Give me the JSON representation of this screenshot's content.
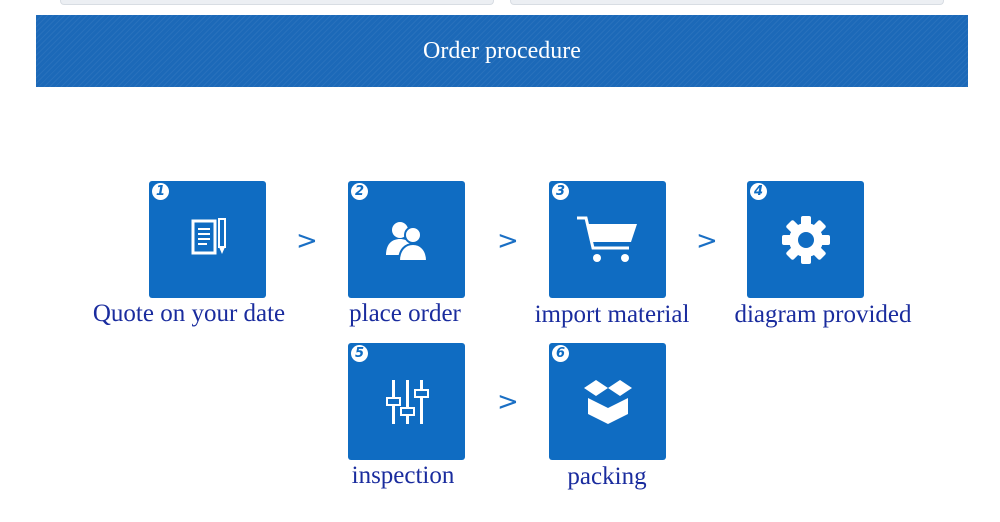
{
  "header": {
    "title": "Order procedure"
  },
  "steps": [
    {
      "number": "1",
      "label": "Quote on your date",
      "icon": "document-pen-icon"
    },
    {
      "number": "2",
      "label": "place order",
      "icon": "users-icon"
    },
    {
      "number": "3",
      "label": "import material",
      "icon": "shopping-cart-icon"
    },
    {
      "number": "4",
      "label": "diagram provided",
      "icon": "gear-icon"
    },
    {
      "number": "5",
      "label": "inspection",
      "icon": "sliders-icon"
    },
    {
      "number": "6",
      "label": "packing",
      "icon": "package-box-icon"
    }
  ],
  "arrow_glyph": ">",
  "colors": {
    "header": "#1c69b8",
    "tile": "#0f6cc2",
    "label": "#1a2c9e",
    "arrow": "#1a6fc4"
  }
}
